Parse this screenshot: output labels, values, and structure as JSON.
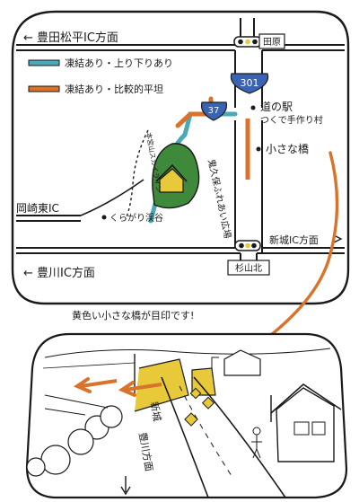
{
  "map": {
    "roads": {
      "north_to_toyota": "← 豊田松平IC方面",
      "west_to_okazaki": "岡崎東IC",
      "south_to_toyokawa": "← 豊川IC方面",
      "east_to_shinshiro": "新城IC方面"
    },
    "route_badges": {
      "r301": "301",
      "r37": "37"
    },
    "legend": [
      {
        "label": "凍結あり・上り下りあり",
        "color": "#4aa8b8"
      },
      {
        "label": "凍結あり・比較的平坦",
        "color": "#d9722a"
      }
    ],
    "places": {
      "tahara": "田原",
      "michi_no_eki_1": "道の駅",
      "michi_no_eki_2": "つくで手作り村",
      "small_bridge": "小さな橋",
      "kuragari_valley": "くらがり渓谷",
      "onigatate": "鬼久保ふれあい広場",
      "sugiyama_kita": "杉山北",
      "mountain_road": "本宮山スカイライン"
    },
    "callout": "黄色い小さな橋が目印です!",
    "road_sign_lines": [
      "新城",
      "豊川方面"
    ]
  },
  "colors": {
    "teal_road": "#4aa8b8",
    "orange_road": "#d9722a",
    "badge_blue": "#3a63b4",
    "yellow": "#e8c93a",
    "forest_green": "#3f8a3a"
  }
}
